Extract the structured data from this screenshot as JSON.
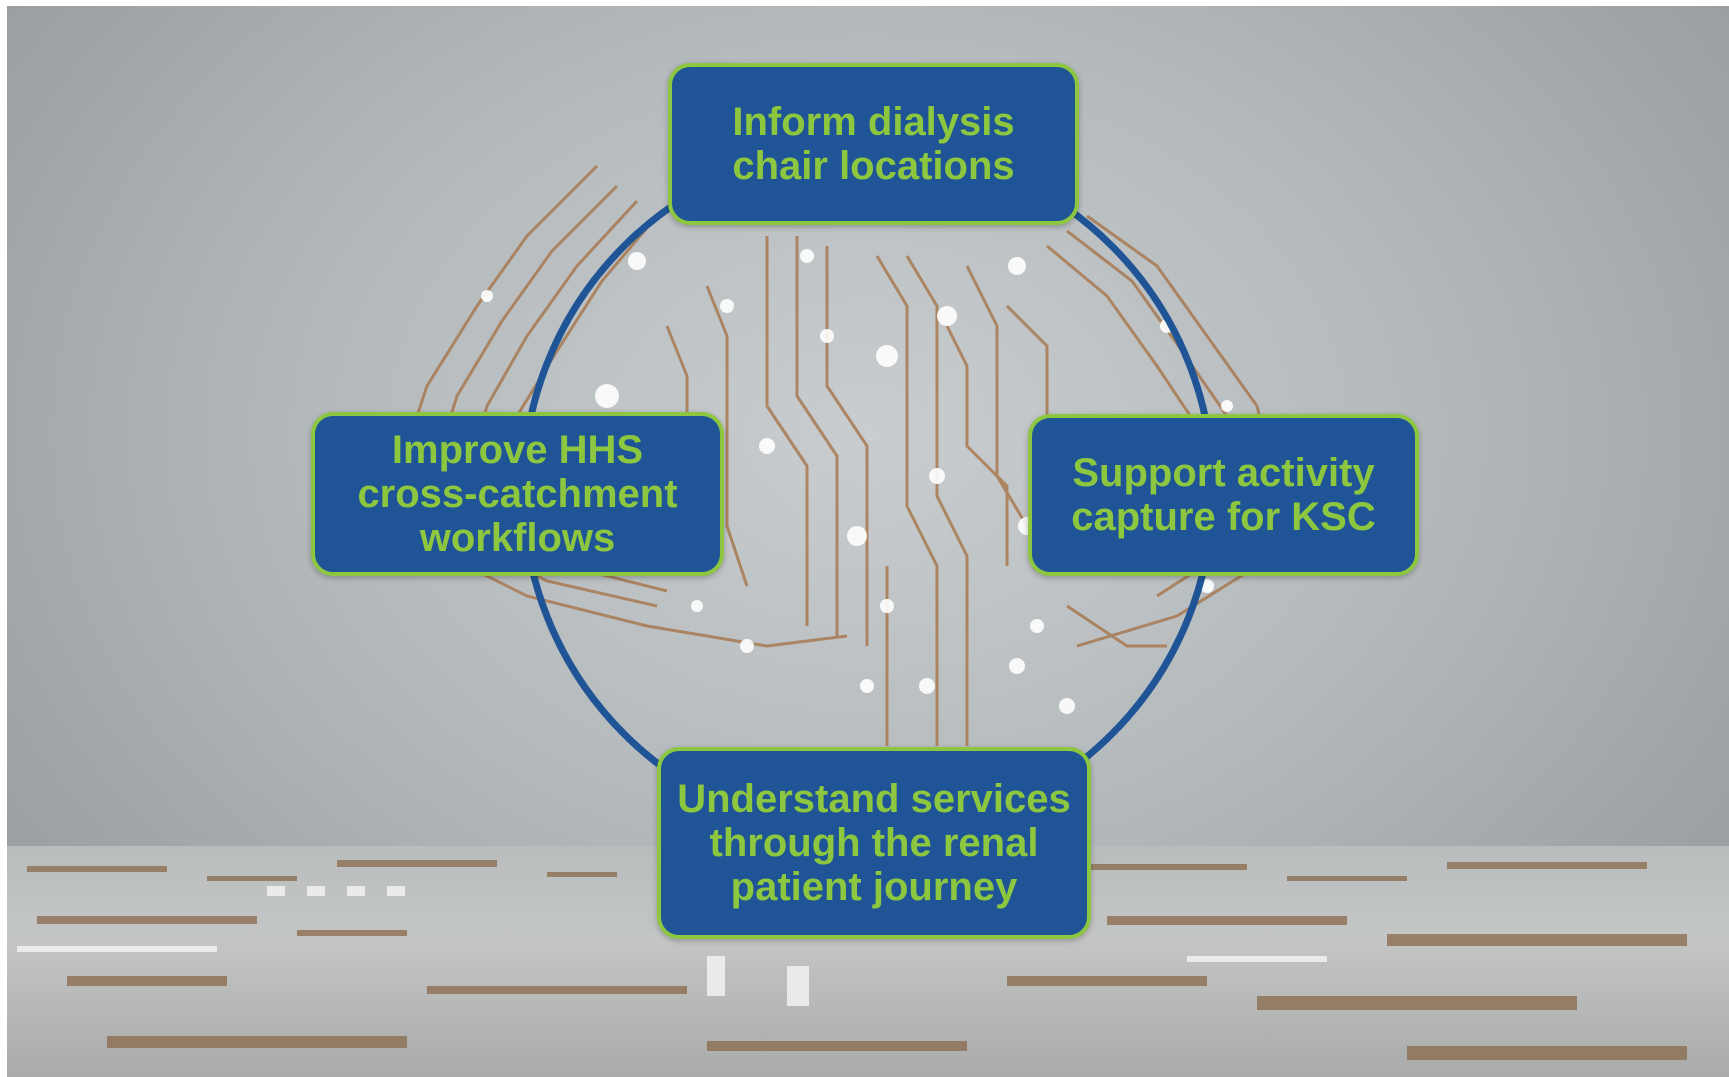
{
  "diagram": {
    "nodes": [
      {
        "id": "top",
        "label": "Inform dialysis chair locations"
      },
      {
        "id": "right",
        "label": "Support activity capture for KSC"
      },
      {
        "id": "bottom",
        "label": "Understand services through the renal patient journey"
      },
      {
        "id": "left",
        "label": "Improve HHS cross-catchment workflows"
      }
    ]
  },
  "colors": {
    "node_fill": "#1f5597",
    "node_border": "#8dc63f",
    "node_text": "#8dc63f",
    "ring": "#1f5597",
    "circuit_trace": "#a87a52",
    "circuit_node": "#ffffff"
  },
  "background": {
    "description_icon": "circuit-brain-image"
  }
}
